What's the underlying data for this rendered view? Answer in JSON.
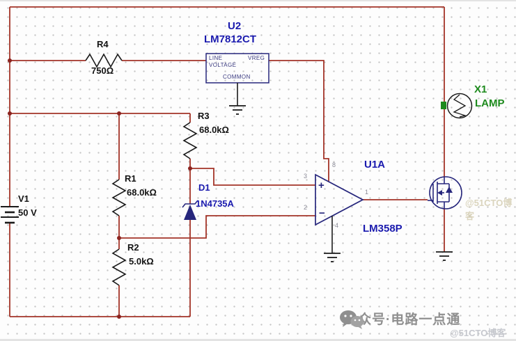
{
  "schematic": {
    "components": {
      "v1": {
        "refdes": "V1",
        "value": "50 V"
      },
      "r4": {
        "refdes": "R4",
        "value": "750Ω"
      },
      "r3": {
        "refdes": "R3",
        "value": "68.0kΩ"
      },
      "r1": {
        "refdes": "R1",
        "value": "68.0kΩ"
      },
      "r2": {
        "refdes": "R2",
        "value": "5.0kΩ"
      },
      "d1": {
        "refdes": "D1",
        "value": "1N4735A"
      },
      "u2": {
        "refdes": "U2",
        "value": "LM7812CT",
        "pin_labels": {
          "line": "LINE",
          "voltage": "VOLTAGE",
          "vreg": "VREG",
          "common": "COMMON"
        }
      },
      "u1a": {
        "refdes": "U1A",
        "value": "LM358P",
        "plus_sign": "+",
        "minus_sign": "−",
        "pins": {
          "noninv": "3",
          "inv": "2",
          "vplus": "8",
          "vminus": "4",
          "out": "1"
        }
      },
      "x1": {
        "refdes": "X1",
        "value": "LAMP"
      }
    },
    "colors": {
      "wire_red": "#a33327",
      "symbol_navy": "#26267c",
      "symbol_black": "#1a1a1a",
      "label_blue": "#1a1aae",
      "label_green": "#1d8a1d",
      "pin_gray": "#8a8a96"
    }
  },
  "watermark": {
    "account_text": "公众号·电路一点通",
    "site_text": "@51CTO博客",
    "faint_text": "@51CTO博客"
  }
}
